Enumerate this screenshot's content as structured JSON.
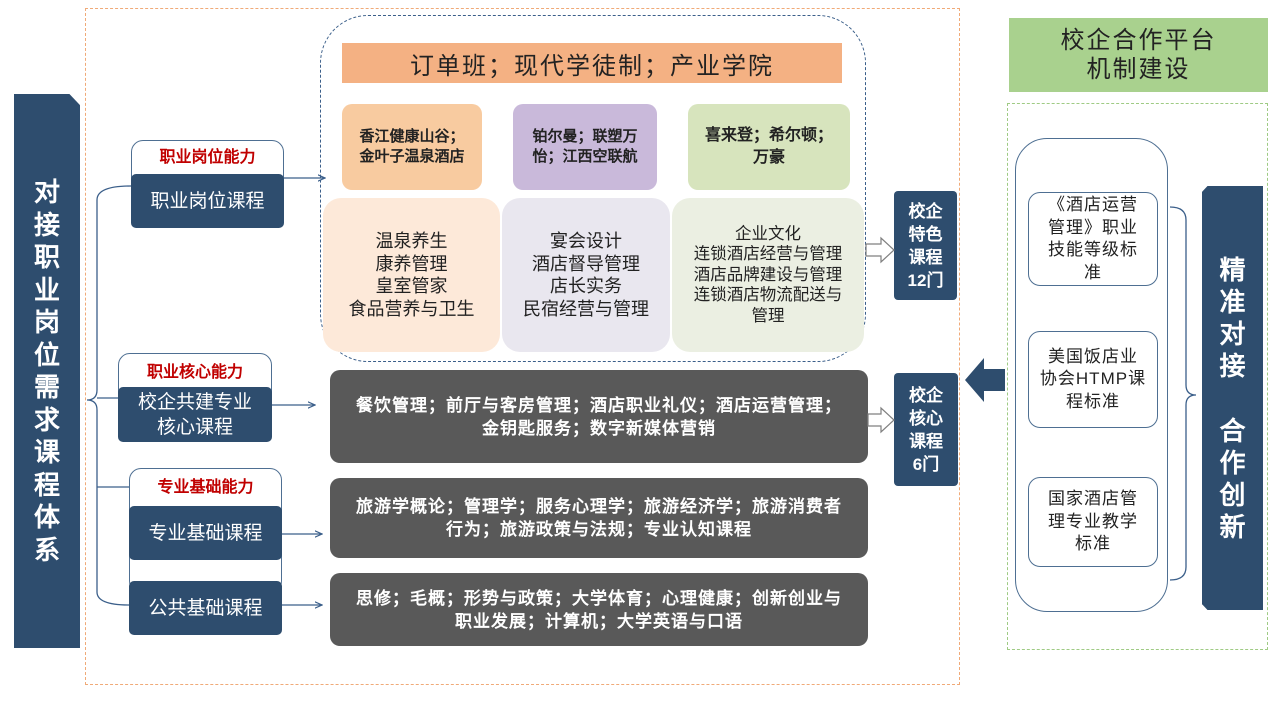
{
  "colors": {
    "navy": "#2e4d6e",
    "dark_gray": "#595959",
    "order_bar": "#f4b183",
    "partner_1": "#f8cba0",
    "partner_2": "#c9b9da",
    "partner_3": "#d7e4bd",
    "course_1": "#fde9d9",
    "course_2": "#e9e7ef",
    "course_3": "#ebefe2",
    "platform_header": "#a9d18e",
    "ability_label": "#c00000"
  },
  "left_banner": "对接职业岗位需求课程体系",
  "order_bar": "订单班；现代学徒制；产业学院",
  "partners": [
    "香江健康山谷；\n金叶子温泉酒店",
    "铂尔曼；联塑万\n怡；江西空联航",
    "喜来登；希尔顿；\n万豪"
  ],
  "specialty_courses": [
    "温泉养生\n康养管理\n皇室管家\n食品营养与卫生",
    "宴会设计\n酒店督导管理\n店长实务\n民宿经营与管理",
    "企业文化\n连锁酒店经营与管理\n酒店品牌建设与管理\n连锁酒店物流配送与\n管理"
  ],
  "abilities": {
    "position": {
      "label": "职业岗位能力",
      "course": "职业岗位课程"
    },
    "core": {
      "label": "职业核心能力",
      "course": "校企共建专业\n核心课程"
    },
    "foundation": {
      "label": "专业基础能力",
      "course": "专业基础课程"
    },
    "public": {
      "course": "公共基础课程"
    }
  },
  "course_lists": {
    "core": "餐饮管理；前厅与客房管理；酒店职业礼仪；酒店运营管理；\n金钥匙服务；数字新媒体营销",
    "foundation": "旅游学概论；管理学；服务心理学；旅游经济学；旅游消费者\n行为；旅游政策与法规；专业认知课程",
    "public": "思修；毛概；形势与政策；大学体育；心理健康；创新创业与\n职业发展；计算机；大学英语与口语"
  },
  "tags": {
    "specialty": "校企\n特色\n课程\n12门",
    "core": "校企\n核心\n课程\n6门"
  },
  "platform": {
    "title": "校企合作平台\n机制建设",
    "standards": [
      "《酒店运营\n管理》职业\n技能等级标\n准",
      "美国饭店业\n协会HTMP课\n程标准",
      "国家酒店管\n理专业教学\n标准"
    ]
  },
  "right_banner": {
    "line_1": "精准对接",
    "line_2": "合作创新"
  }
}
